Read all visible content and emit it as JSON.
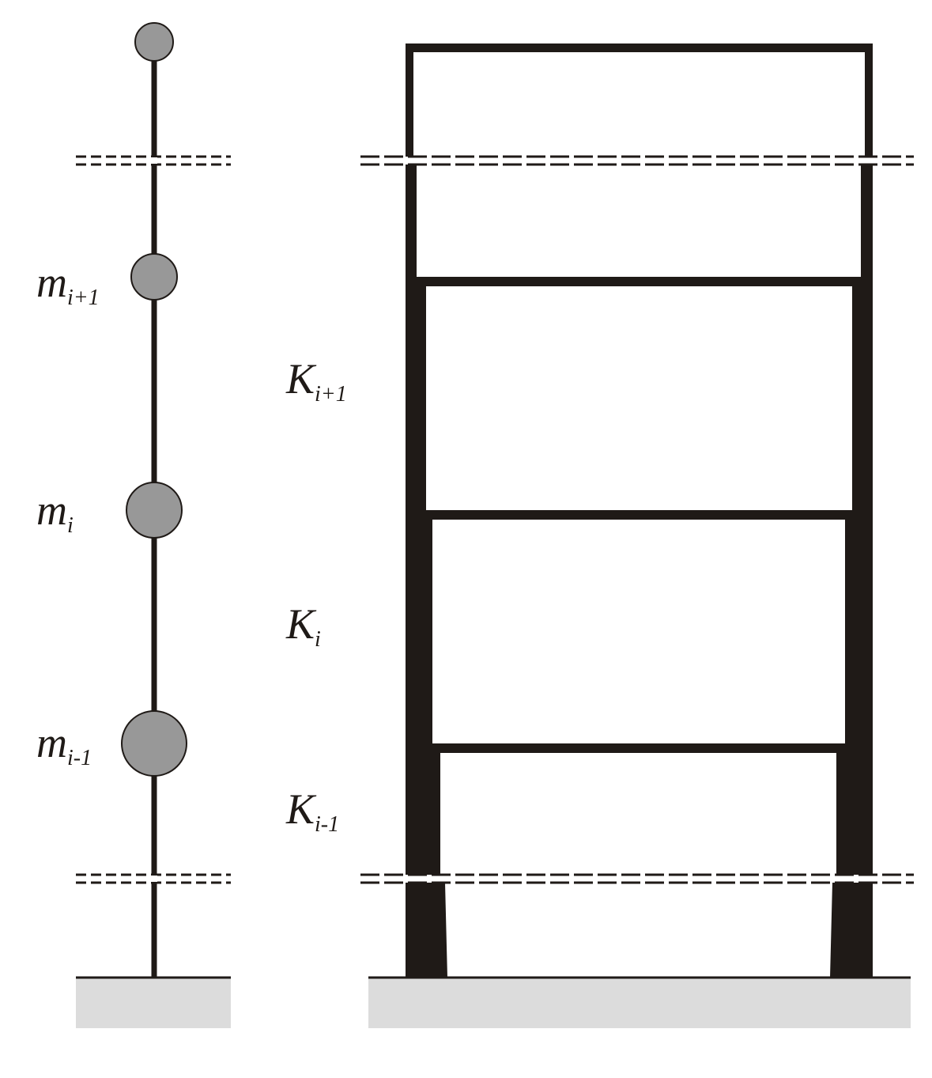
{
  "colors": {
    "ink": "#1f1a17",
    "mass": "#989898",
    "ground": "#dcdcdc"
  },
  "stick_model": {
    "masses": [
      {
        "symbol": "m",
        "subscript": "i+1"
      },
      {
        "symbol": "m",
        "subscript": "i"
      },
      {
        "symbol": "m",
        "subscript": "i-1"
      }
    ]
  },
  "frame_model": {
    "stiffnesses": [
      {
        "symbol": "K",
        "subscript": "i+1"
      },
      {
        "symbol": "K",
        "subscript": "i"
      },
      {
        "symbol": "K",
        "subscript": "i-1"
      }
    ]
  }
}
